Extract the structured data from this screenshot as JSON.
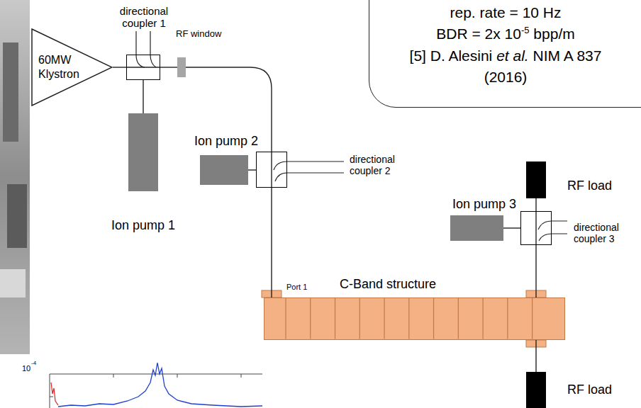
{
  "diagram": {
    "nodes": [
      {
        "text": [
          "60MW Klystron"
        ]
      },
      {
        "text": [
          "directional coupler 1"
        ]
      },
      {
        "text": [
          "RF window"
        ]
      },
      {
        "text": [
          "rep. rate = 10 Hz",
          "BDR = 2x 10",
          "-5",
          "bpp/m",
          "[5] D. Alesini",
          "et al.",
          "NIM A 837 (2016)"
        ]
      },
      {
        "text": [
          "Ion pump 1"
        ]
      },
      {
        "text": [
          "Ion pump 2"
        ]
      },
      {
        "text": [
          "directional coupler 2"
        ]
      },
      {
        "text": [
          "RF load"
        ]
      },
      {
        "text": [
          "Ion pump 3"
        ]
      },
      {
        "text": [
          "directional coupler 3"
        ]
      },
      {
        "text": [
          "C-Band structure"
        ]
      },
      {
        "text": [
          "RF load"
        ]
      }
    ],
    "edges": [
      {
        "from": 0,
        "to": 1,
        "arrow": "none"
      },
      {
        "from": 1,
        "to": 2,
        "arrow": "none"
      },
      {
        "from": 2,
        "to": 6,
        "arrow": "none"
      },
      {
        "from": 1,
        "to": 4,
        "arrow": "none"
      },
      {
        "from": 6,
        "to": 5,
        "arrow": "none"
      },
      {
        "from": 6,
        "to": 10,
        "arrow": "none"
      },
      {
        "from": 10,
        "to": 9,
        "arrow": "none"
      },
      {
        "from": 9,
        "to": 7,
        "arrow": "none"
      },
      {
        "from": 9,
        "to": 8,
        "arrow": "none"
      },
      {
        "from": 10,
        "to": 11,
        "arrow": "none"
      }
    ],
    "labels": [
      "Port 1",
      "10",
      "-4"
    ]
  }
}
